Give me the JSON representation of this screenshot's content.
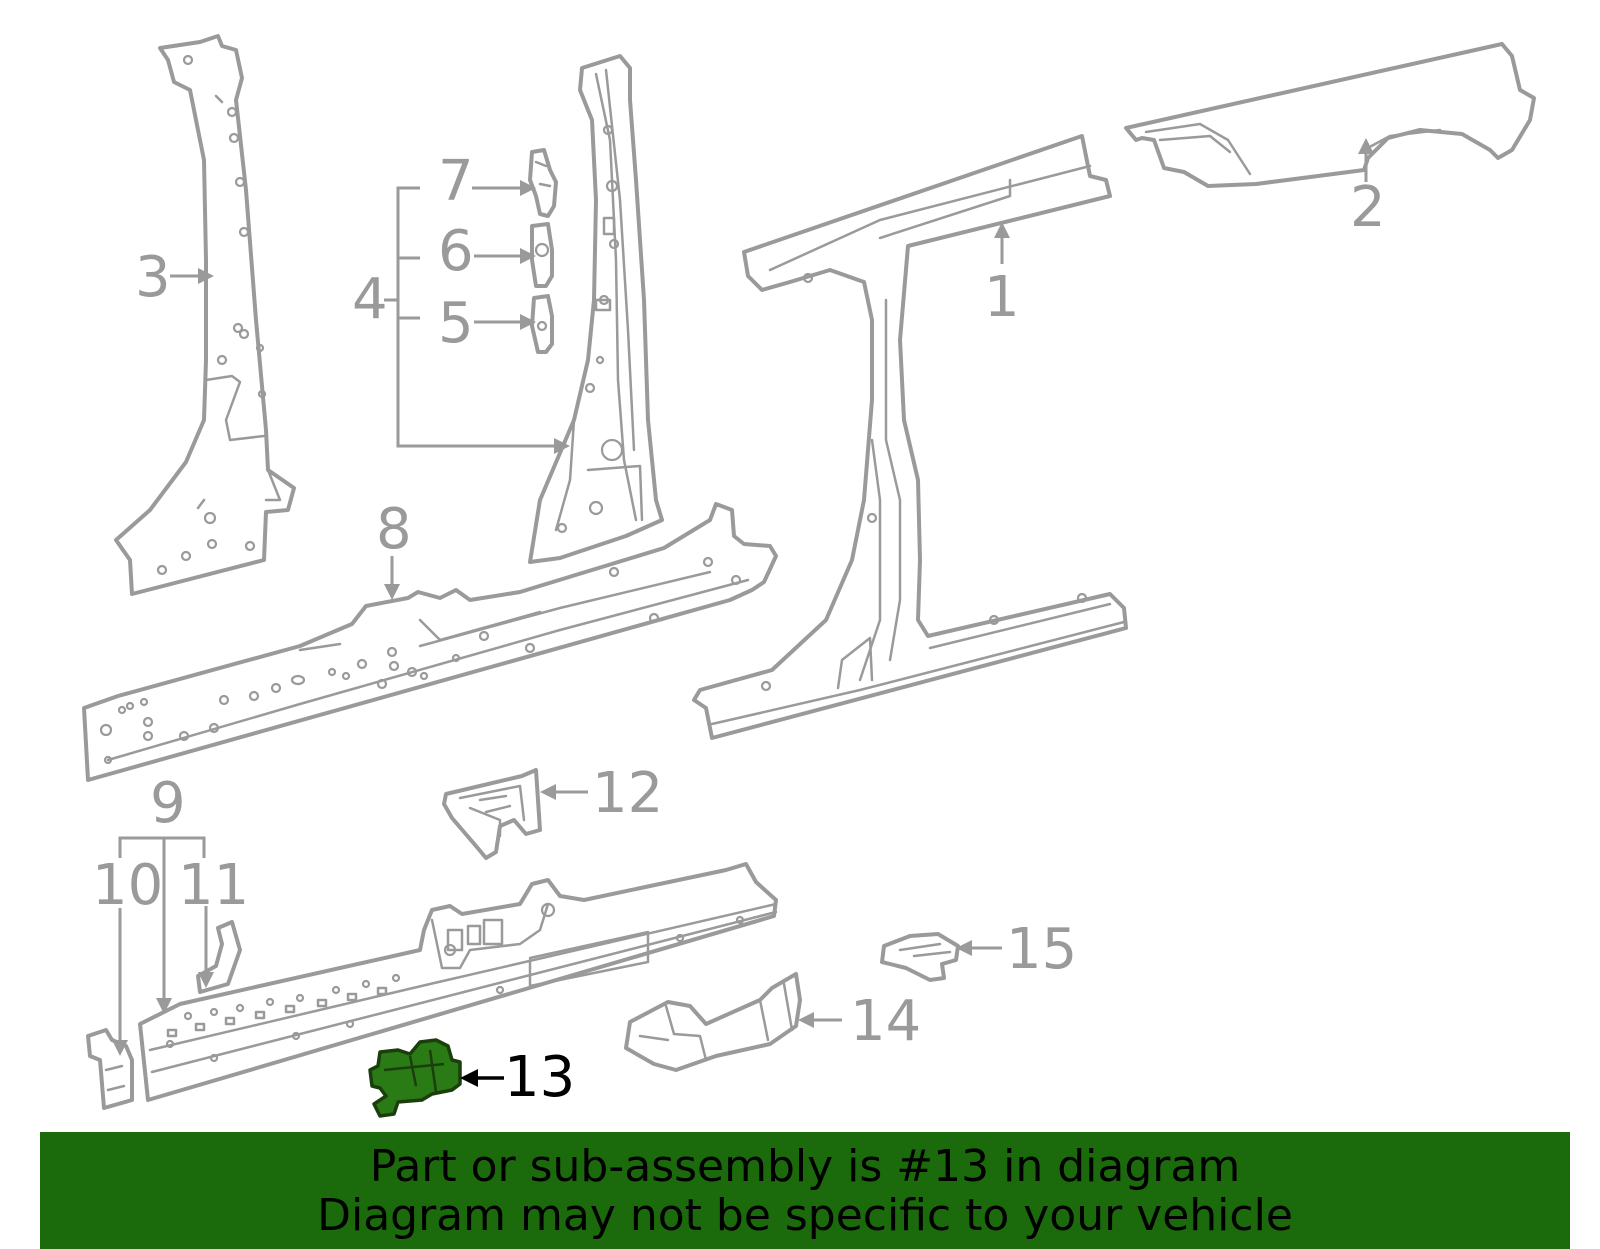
{
  "callouts": {
    "c1": "1",
    "c2": "2",
    "c3": "3",
    "c4": "4",
    "c5": "5",
    "c6": "6",
    "c7": "7",
    "c8": "8",
    "c9": "9",
    "c10": "10",
    "c11": "11",
    "c12": "12",
    "c13": "13",
    "c14": "14",
    "c15": "15"
  },
  "highlighted_part": "13",
  "colors": {
    "line_art": "#9a9a9a",
    "highlight_fill": "#2a7a16",
    "banner_background": "#1b6a0c",
    "banner_text": "#000000"
  },
  "banner": {
    "line1": "Part or sub-assembly is #13 in diagram",
    "line2": "Diagram may not be specific to your vehicle"
  }
}
